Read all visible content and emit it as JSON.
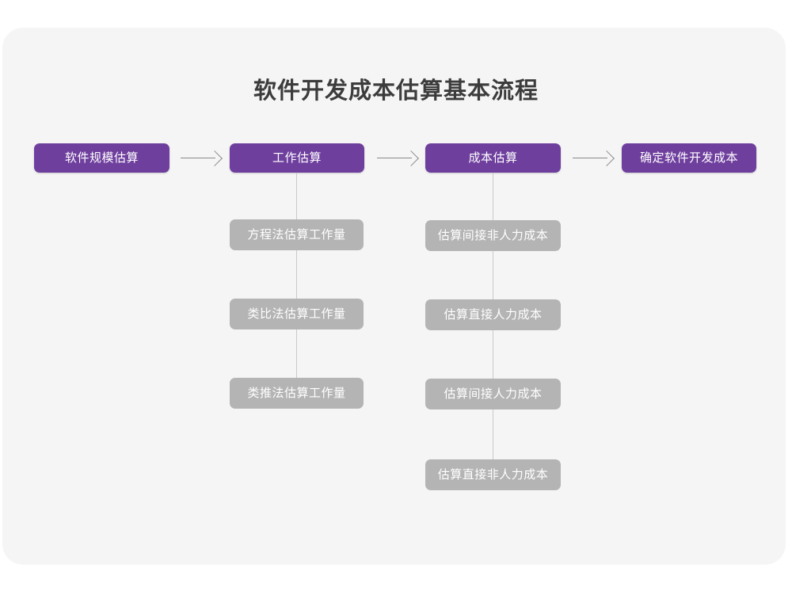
{
  "diagram": {
    "title": "软件开发成本估算基本流程",
    "type": "flowchart",
    "colors": {
      "canvas": "#ffffff",
      "card": "#f5f5f5",
      "stage": "#6f3f9e",
      "sub": "#b4b4b4",
      "stage_text": "#ffffff",
      "sub_text": "#ffffff",
      "title_text": "#3c3c3c",
      "arrow": "#8a8a8a",
      "spine": "#c9c9c9"
    },
    "stages": [
      {
        "id": "stage-1",
        "label": "软件规模估算"
      },
      {
        "id": "stage-2",
        "label": "工作估算"
      },
      {
        "id": "stage-3",
        "label": "成本估算"
      },
      {
        "id": "stage-4",
        "label": "确定软件开发成本"
      }
    ],
    "connectors": [
      {
        "id": "arrow-1",
        "from": "stage-1",
        "to": "stage-2",
        "glyph": "→"
      },
      {
        "id": "arrow-2",
        "from": "stage-2",
        "to": "stage-3",
        "glyph": "→"
      },
      {
        "id": "arrow-3",
        "from": "stage-3",
        "to": "stage-4",
        "glyph": "→"
      }
    ],
    "branches": [
      {
        "parent": "stage-2",
        "parent_label": "工作估算",
        "items": [
          "方程法估算工作量",
          "类比法估算工作量",
          "类推法估算工作量"
        ]
      },
      {
        "parent": "stage-3",
        "parent_label": "成本估算",
        "items": [
          "估算间接非人力成本",
          "估算直接人力成本",
          "估算间接人力成本",
          "估算直接非人力成本"
        ]
      }
    ]
  }
}
